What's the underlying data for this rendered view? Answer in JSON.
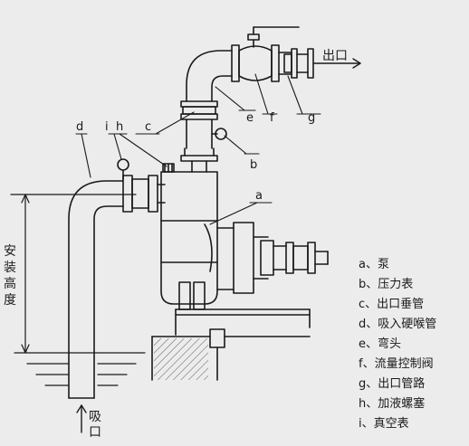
{
  "labels": {
    "outlet": "出口",
    "inlet_chars": [
      "吸",
      "口"
    ],
    "height_chars": [
      "安",
      "装",
      "高",
      "度"
    ],
    "letters": {
      "a": "a",
      "b": "b",
      "c": "c",
      "d": "d",
      "e": "e",
      "f": "f",
      "g": "g",
      "h": "h",
      "i": "i"
    }
  },
  "legend": [
    "a、泵",
    "b、压力表",
    "c、出口垂管",
    "d、吸入硬喉管",
    "e、弯头",
    "f、流量控制阀",
    "g、出口管路",
    "h、加液螺塞",
    "i、真空表"
  ]
}
